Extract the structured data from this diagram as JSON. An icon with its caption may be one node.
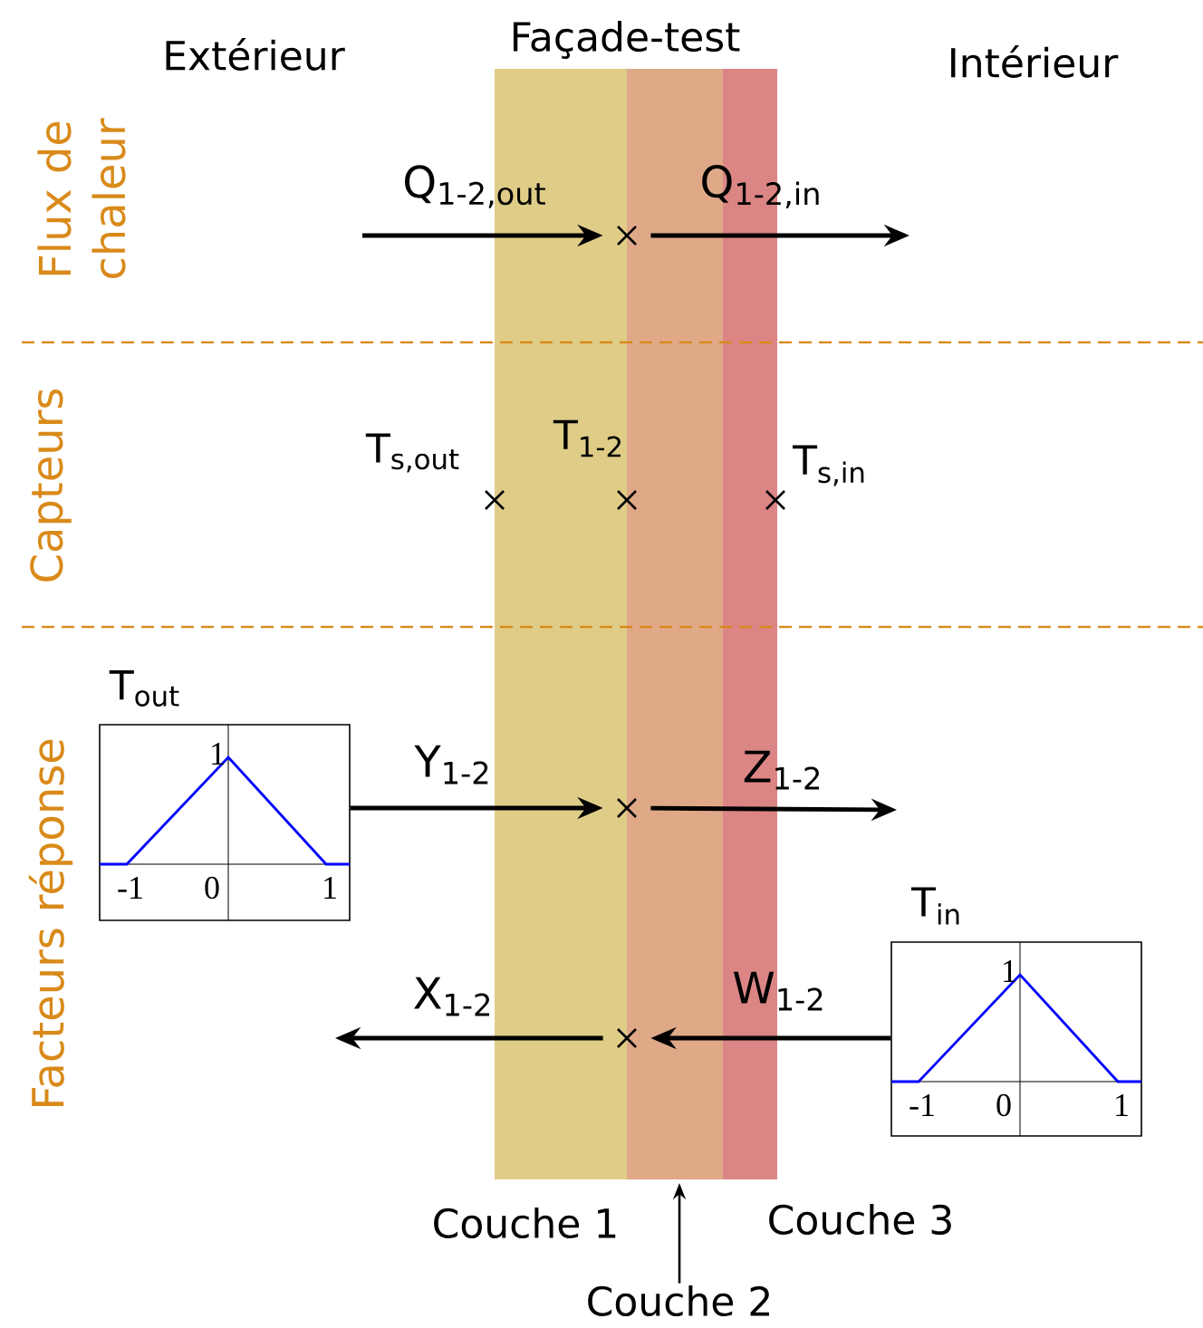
{
  "diagram": {
    "nodes": [
      {
        "text": [],
        "shape": "cross"
      },
      {
        "text": [
          "T$_{out}$",
          "1",
          "-1",
          "0",
          "1"
        ]
      },
      {
        "text": [],
        "shape": "cross"
      },
      {
        "text": [],
        "shape": "cross"
      },
      {
        "text": [
          "T$_{in}$",
          "1",
          "-1",
          "0",
          "1"
        ]
      },
      {
        "text": [
          "Couche 2"
        ]
      }
    ],
    "edges": [
      {
        "from": null,
        "to": 0,
        "arrow": "to",
        "label": "Q$_{1-2,out}$"
      },
      {
        "from": 0,
        "to": null,
        "arrow": "to",
        "label": "Q$_{1-2,in}$"
      },
      {
        "from": 1,
        "to": 2,
        "arrow": "to",
        "label": "Y$_{1-2}$"
      },
      {
        "from": 2,
        "to": null,
        "arrow": "to",
        "label": "Z$_{1-2}$"
      },
      {
        "from": 4,
        "to": 3,
        "arrow": "to",
        "label": "W$_{1-2}$"
      },
      {
        "from": 3,
        "to": null,
        "arrow": "to",
        "label": "X$_{1-2}$"
      },
      {
        "from": 5,
        "to": null,
        "arrow": "to"
      }
    ],
    "labels": [
      "Extérieur",
      "Façade-test",
      "Intérieur",
      "Flux de chaleur",
      "T$_{s,out}$",
      "T$_{1-2}$",
      "T$_{s,in}$",
      "Capteurs",
      "Facteurs réponse",
      "Couche 1",
      "Couche 3"
    ]
  }
}
